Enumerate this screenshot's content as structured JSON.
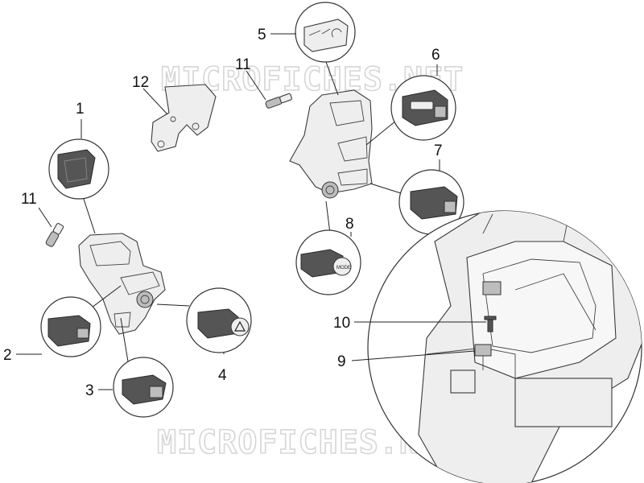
{
  "watermark": "MICROFICHES.NET",
  "callouts": [
    {
      "id": "1",
      "label": "1"
    },
    {
      "id": "2",
      "label": "2"
    },
    {
      "id": "3",
      "label": "3"
    },
    {
      "id": "4",
      "label": "4"
    },
    {
      "id": "5",
      "label": "5"
    },
    {
      "id": "6",
      "label": "6"
    },
    {
      "id": "7",
      "label": "7"
    },
    {
      "id": "8",
      "label": "8"
    },
    {
      "id": "9",
      "label": "9"
    },
    {
      "id": "10",
      "label": "10"
    },
    {
      "id": "11a",
      "label": "11"
    },
    {
      "id": "11b",
      "label": "11"
    },
    {
      "id": "12",
      "label": "12"
    }
  ],
  "parts": {
    "switch_8_text": "MODE"
  }
}
